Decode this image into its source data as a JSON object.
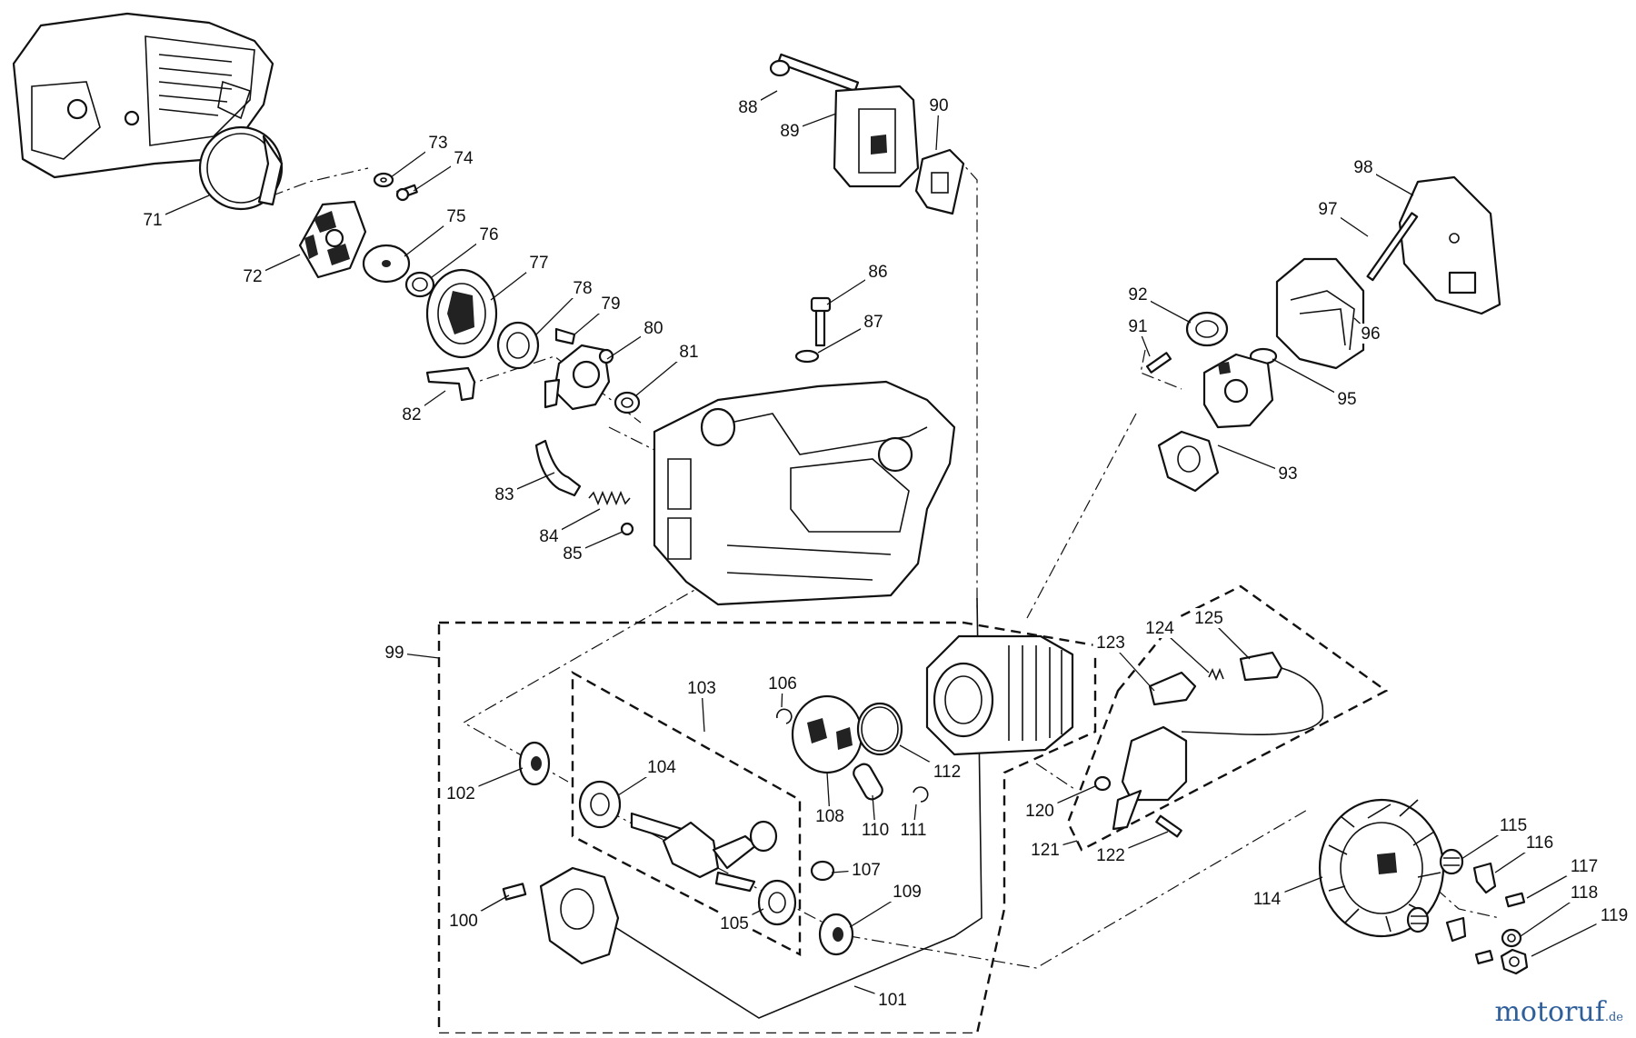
{
  "diagram": {
    "labels": [
      "71",
      "72",
      "73",
      "74",
      "75",
      "76",
      "77",
      "78",
      "79",
      "80",
      "81",
      "82",
      "83",
      "84",
      "85",
      "86",
      "87",
      "88",
      "89",
      "90",
      "91",
      "92",
      "93",
      "95",
      "96",
      "97",
      "98",
      "99",
      "100",
      "101",
      "102",
      "103",
      "104",
      "105",
      "106",
      "107",
      "108",
      "109",
      "110",
      "111",
      "112",
      "114",
      "115",
      "116",
      "117",
      "118",
      "119",
      "120",
      "121",
      "122",
      "123",
      "124",
      "125"
    ]
  },
  "watermark": {
    "brand": "motoruf",
    "suffix": ".de"
  }
}
